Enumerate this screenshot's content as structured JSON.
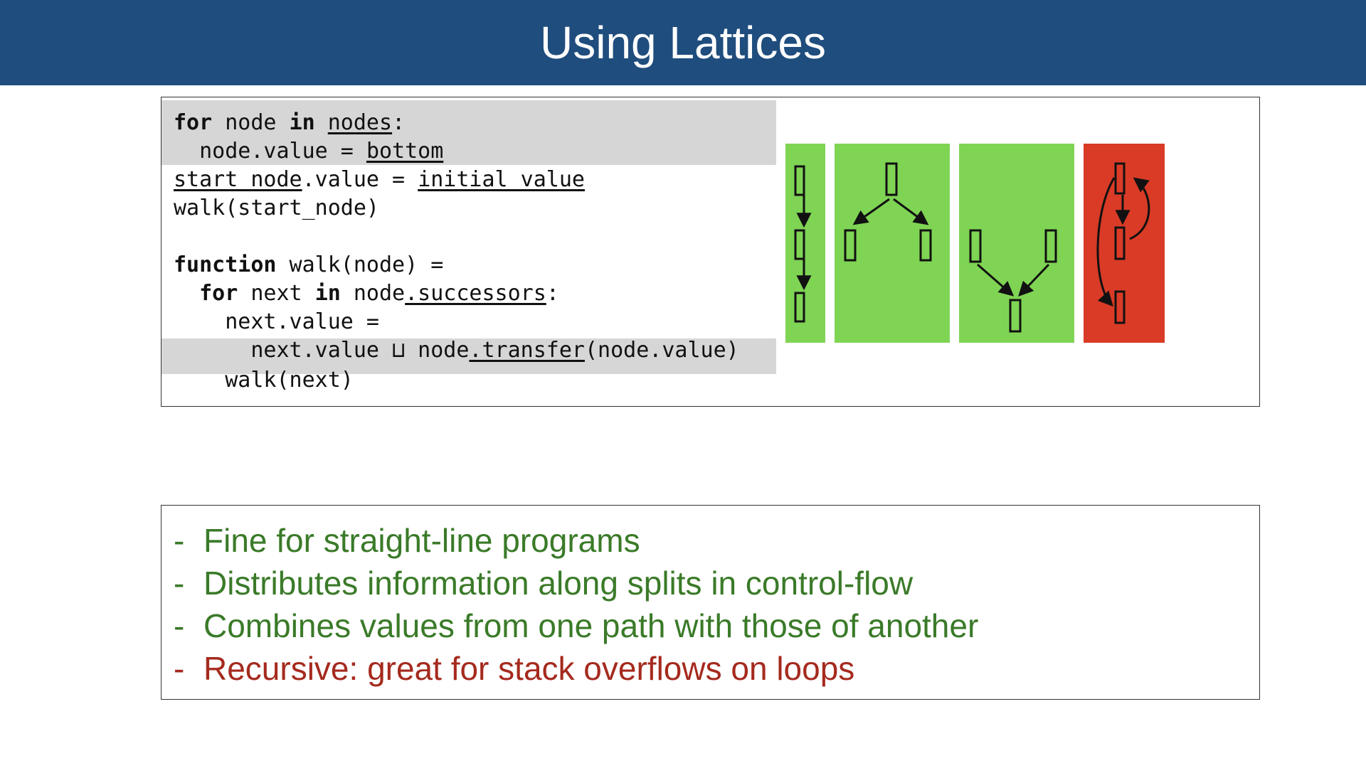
{
  "slide": {
    "title": "Using Lattices"
  },
  "code": {
    "lines": [
      [
        {
          "t": "for",
          "k": "kw"
        },
        {
          "t": " node "
        },
        {
          "t": "in",
          "k": "kw"
        },
        {
          "t": " "
        },
        {
          "t": "nodes",
          "k": "ul"
        },
        {
          "t": ":"
        }
      ],
      [
        {
          "t": "  node.value = "
        },
        {
          "t": "bottom",
          "k": "ul"
        }
      ],
      [
        {
          "t": "start_node",
          "k": "ul"
        },
        {
          "t": ".value = "
        },
        {
          "t": "initial_value",
          "k": "ul"
        }
      ],
      [
        {
          "t": "walk(start_node)"
        }
      ],
      [
        {
          "t": "function",
          "k": "kw"
        },
        {
          "t": " walk(node) ="
        }
      ],
      [
        {
          "t": "  "
        },
        {
          "t": "for",
          "k": "kw"
        },
        {
          "t": " next "
        },
        {
          "t": "in",
          "k": "kw"
        },
        {
          "t": " node"
        },
        {
          "t": ".successors",
          "k": "ul"
        },
        {
          "t": ":"
        }
      ],
      [
        {
          "t": "    next.value ="
        }
      ],
      [
        {
          "t": "      next.value ⊔ node"
        },
        {
          "t": ".transfer",
          "k": "ul"
        },
        {
          "t": "(node.value)"
        }
      ],
      [
        {
          "t": "    walk(next)"
        }
      ]
    ]
  },
  "bullets": [
    {
      "dash": "-",
      "text": "Fine for straight-line programs",
      "color": "green"
    },
    {
      "dash": "-",
      "text": "Distributes information along splits in control-flow",
      "color": "green"
    },
    {
      "dash": "-",
      "text": "Combines values from one path with those of another",
      "color": "green"
    },
    {
      "dash": "-",
      "text": "Recursive: great for stack overflows on loops",
      "color": "red"
    }
  ],
  "colors": {
    "header": "#1f4d7d",
    "ok": "#7fd454",
    "bad": "#d93b26",
    "highlight": "#d6d6d6"
  },
  "diagrams": [
    "straight-line",
    "split",
    "merge",
    "loop"
  ]
}
